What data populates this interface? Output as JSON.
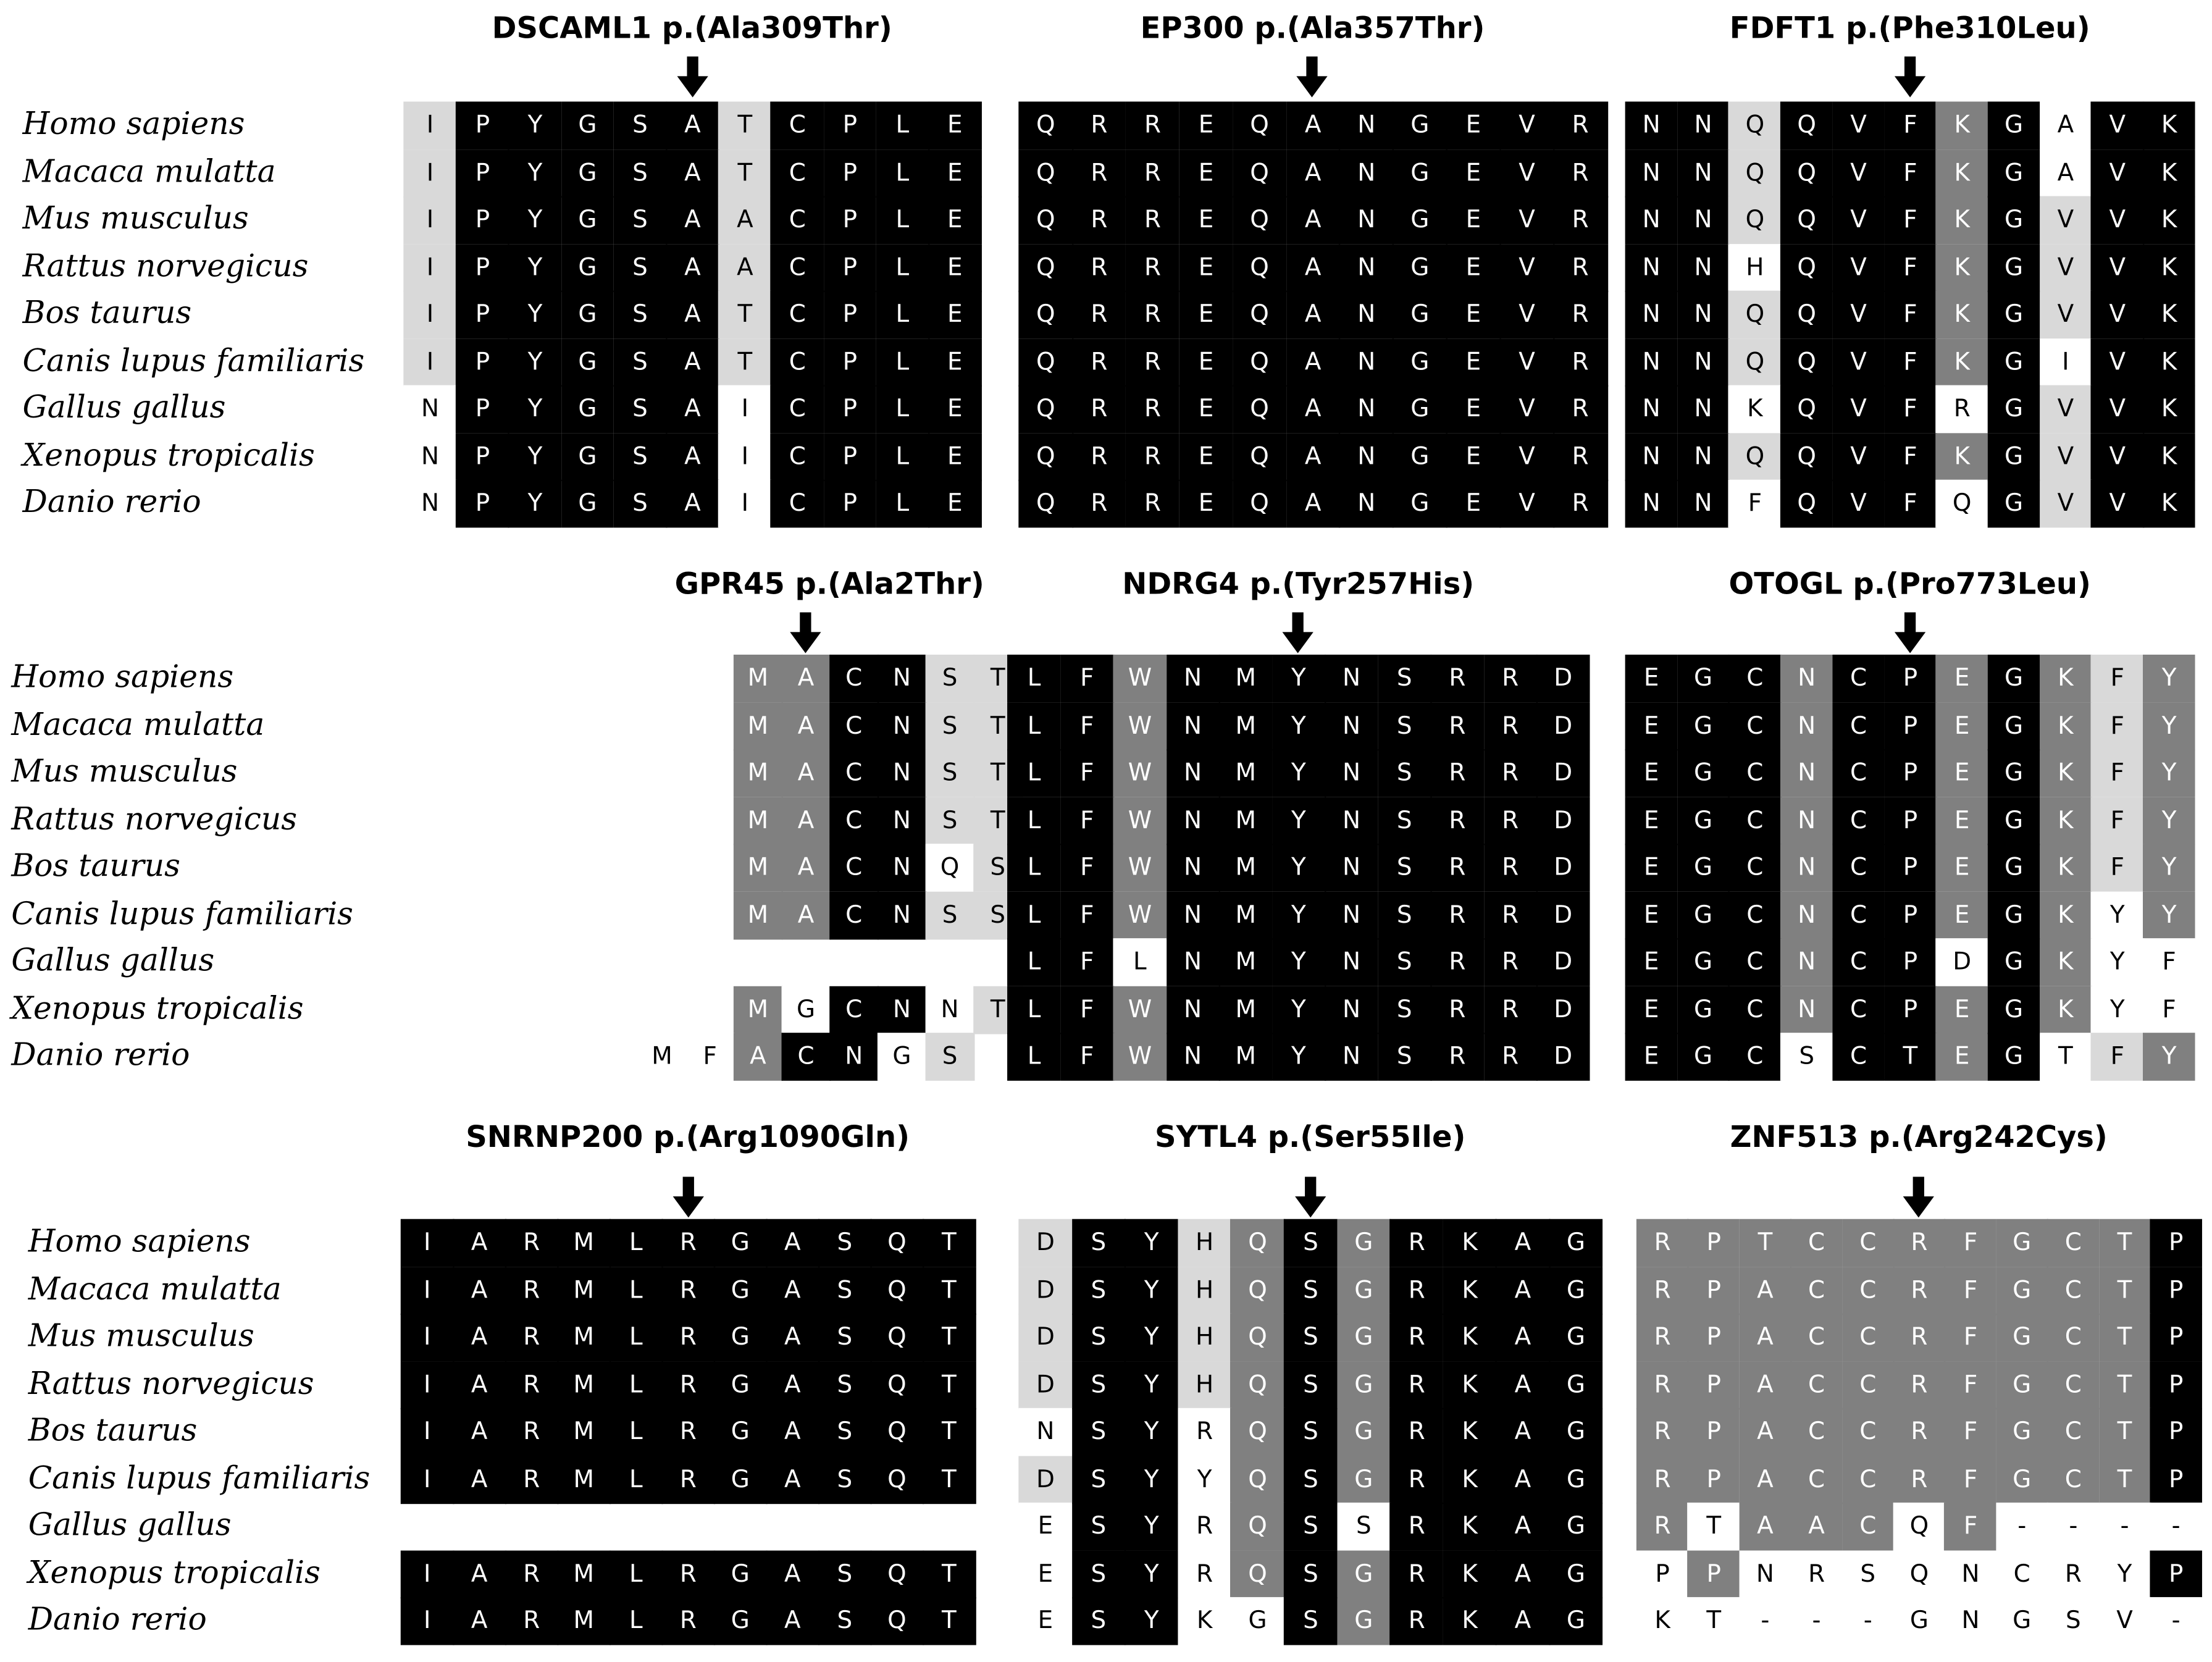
{
  "species": [
    "Homo sapiens",
    "Macaca mulatta",
    "Mus musculus",
    "Rattus norvegicus",
    "Bos taurus",
    "Canis lupus familiaris",
    "Gallus gallus",
    "Xenopus tropicalis",
    "Danio rerio"
  ],
  "colors": {
    "black": "#000000",
    "dark_gray": "#808080",
    "light_gray": "#d9d9d9",
    "white": "#ffffff"
  },
  "panels": [
    {
      "title": "DSCAML1 p.(Ala309Thr)",
      "rows": [
        "IPYGSATCPLE",
        "IPYGSATCPLE",
        "IPYGSAACPLE",
        "IPYGSAACPLE",
        "IPYGSATCPLE",
        "IPYGSATCPLE",
        "NPYGSAICPLE",
        "NPYGSAICPLE",
        "NPYGSAICPLE"
      ],
      "shading": [
        "LKKKKKLKKKK",
        "LKKKKKLKKKK",
        "LKKKKKLKKKK",
        "LKKKKKLKKKK",
        "LKKKKKLKKKK",
        "LKKKKKLKKKK",
        "WKKKKKWKKKK",
        "WKKKKKWKKKK",
        "WKKKKKWKKKK"
      ]
    },
    {
      "title": "EP300 p.(Ala357Thr)",
      "rows": [
        "QRREQANGEVR",
        "QRREQANGEVR",
        "QRREQANGEVR",
        "QRREQANGEVR",
        "QRREQANGEVR",
        "QRREQANGEVR",
        "QRREQANGEVR",
        "QRREQANGEVR",
        "QRREQANGEVR"
      ],
      "shading": [
        "KKKKKKKKKKK",
        "KKKKKKKKKKK",
        "KKKKKKKKKKK",
        "KKKKKKKKKKK",
        "KKKKKKKKKKK",
        "KKKKKKKKKKK",
        "KKKKKKKKKKK",
        "KKKKKKKKKKK",
        "KKKKKKKKKKK"
      ]
    },
    {
      "title": "FDFT1 p.(Phe310Leu)",
      "rows": [
        "NNQQVFKGAVK",
        "NNQQVFKGAVK",
        "NNQQVFKGVVK",
        "NNHQVFKGVVK",
        "NNQQVFKGVVK",
        "NNQQVFKGIVK",
        "NNKQVFRGVVK",
        "NNQQVFKGVVK",
        "NNFQVFQGVVK"
      ],
      "shading": [
        "KKLKKKDKWKK",
        "KKLKKKDKWKK",
        "KKLKKKDKLKK",
        "KKWKKKDKLKK",
        "KKLKKKDKLKK",
        "KKLKKKDKWKK",
        "KKWKKKWKLKK",
        "KKLKKKDKLKK",
        "KKWKKKWKLKK"
      ]
    },
    {
      "title": "GPR45 p.(Ala2Thr)",
      "rows": [
        "  MACNST",
        "  MACNST",
        "  MACNST",
        "  MACNST",
        "  MACNQS",
        "  MACNSS",
        "        ",
        "  MGCNNT",
        "MFACNGS"
      ],
      "shading": [
        "  DDKKLL",
        "  DDKKLL",
        "  DDKKLL",
        "  DDKKLL",
        "  DDKKWL",
        "  DDKKLL",
        "        ",
        "  DWKKWL",
        "WWDKKWL"
      ]
    },
    {
      "title": "NDRG4 p.(Tyr257His)",
      "rows": [
        "LFWNMYNSRRD",
        "LFWNMYNSRRD",
        "LFWNMYNSRRD",
        "LFWNMYNSRRD",
        "LFWNMYNSRRD",
        "LFWNMYNSRRD",
        "LFLNMYNSRRD",
        "LFWNMYNSRRD",
        "LFWNMYNSRRD"
      ],
      "shading": [
        "KKDKKKKKKKK",
        "KKDKKKKKKKK",
        "KKDKKKKKKKK",
        "KKDKKKKKKKK",
        "KKDKKKKKKKK",
        "KKDKKKKKKKK",
        "KKWKKKKKKKK",
        "KKDKKKKKKKK",
        "KKDKKKKKKKK"
      ]
    },
    {
      "title": "OTOGL p.(Pro773Leu)",
      "rows": [
        "EGCNCPEGKFY",
        "EGCNCPEGKFY",
        "EGCNCPEGKFY",
        "EGCNCPEGKFY",
        "EGCNCPEGKFY",
        "EGCNCPEGKYY",
        "EGCNCPDGKYF",
        "EGCNCPEGKYF",
        "EGCSCTEGTFY"
      ],
      "shading": [
        "KKKDKKDKDLD",
        "KKKDKKDKDLD",
        "KKKDKKDKDLD",
        "KKKDKKDKDLD",
        "KKKDKKDKDLD",
        "KKKDKKDKDWD",
        "KKKDKKWKDWW",
        "KKKDKKDKDWW",
        "KKKWKKDKWLD"
      ]
    },
    {
      "title": "SNRNP200 p.(Arg1090Gln)",
      "rows": [
        "IARMLRGASQT",
        "IARMLRGASQT",
        "IARMLRGASQT",
        "IARMLRGASQT",
        "IARMLRGASQT",
        "IARMLRGASQT",
        "           ",
        "IARMLRGASQT",
        "IARMLRGASQT"
      ],
      "shading": [
        "KKKKKKKKKKK",
        "KKKKKKKKKKK",
        "KKKKKKKKKKK",
        "KKKKKKKKKKK",
        "KKKKKKKKKKK",
        "KKKKKKKKKKK",
        "           ",
        "KKKKKKKKKKK",
        "KKKKKKKKKKK"
      ]
    },
    {
      "title": "SYTL4 p.(Ser55Ile)",
      "rows": [
        "DSYHQSGRKAG",
        "DSYHQSGRKAG",
        "DSYHQSGRKAG",
        "DSYHQSGRKAG",
        "NSYRQSGRKAG",
        "DSYYQSGRKAG",
        "ESYRQSSRKAG",
        "ESYRQSGRKAG",
        "ESYKGSGRKAG"
      ],
      "shading": [
        "LKKLDKDKKKK",
        "LKKLDKDKKKK",
        "LKKLDKDKKKK",
        "LKKLDKDKKKK",
        "WKKWDKDKKKK",
        "LKKWDKDKKKK",
        "WKKWDKWKKKK",
        "WKKWDKDKKKK",
        "WKKWWKDKKKK"
      ]
    },
    {
      "title": "ZNF513 p.(Arg242Cys)",
      "rows": [
        "RPTCCRFGCTP",
        "RPACCRFGCTP",
        "RPACCRFGCTP",
        "RPACCRFGCTP",
        "RPACCRFGCTP",
        "RPACCRFGCTP",
        "RTAACQF----",
        "PPNRSQNCRYP",
        "KT---GNGSV-"
      ],
      "shading": [
        "DDDDDDDDDDK",
        "DDDDDDDDDDK",
        "DDDDDDDDDDK",
        "DDDDDDDDDDK",
        "DDDDDDDDDDK",
        "DDDDDDDDDDK",
        "DWDDDWDWWWW",
        "WDWWWWWWWWK",
        "WWWWWWWWWWW"
      ]
    }
  ]
}
